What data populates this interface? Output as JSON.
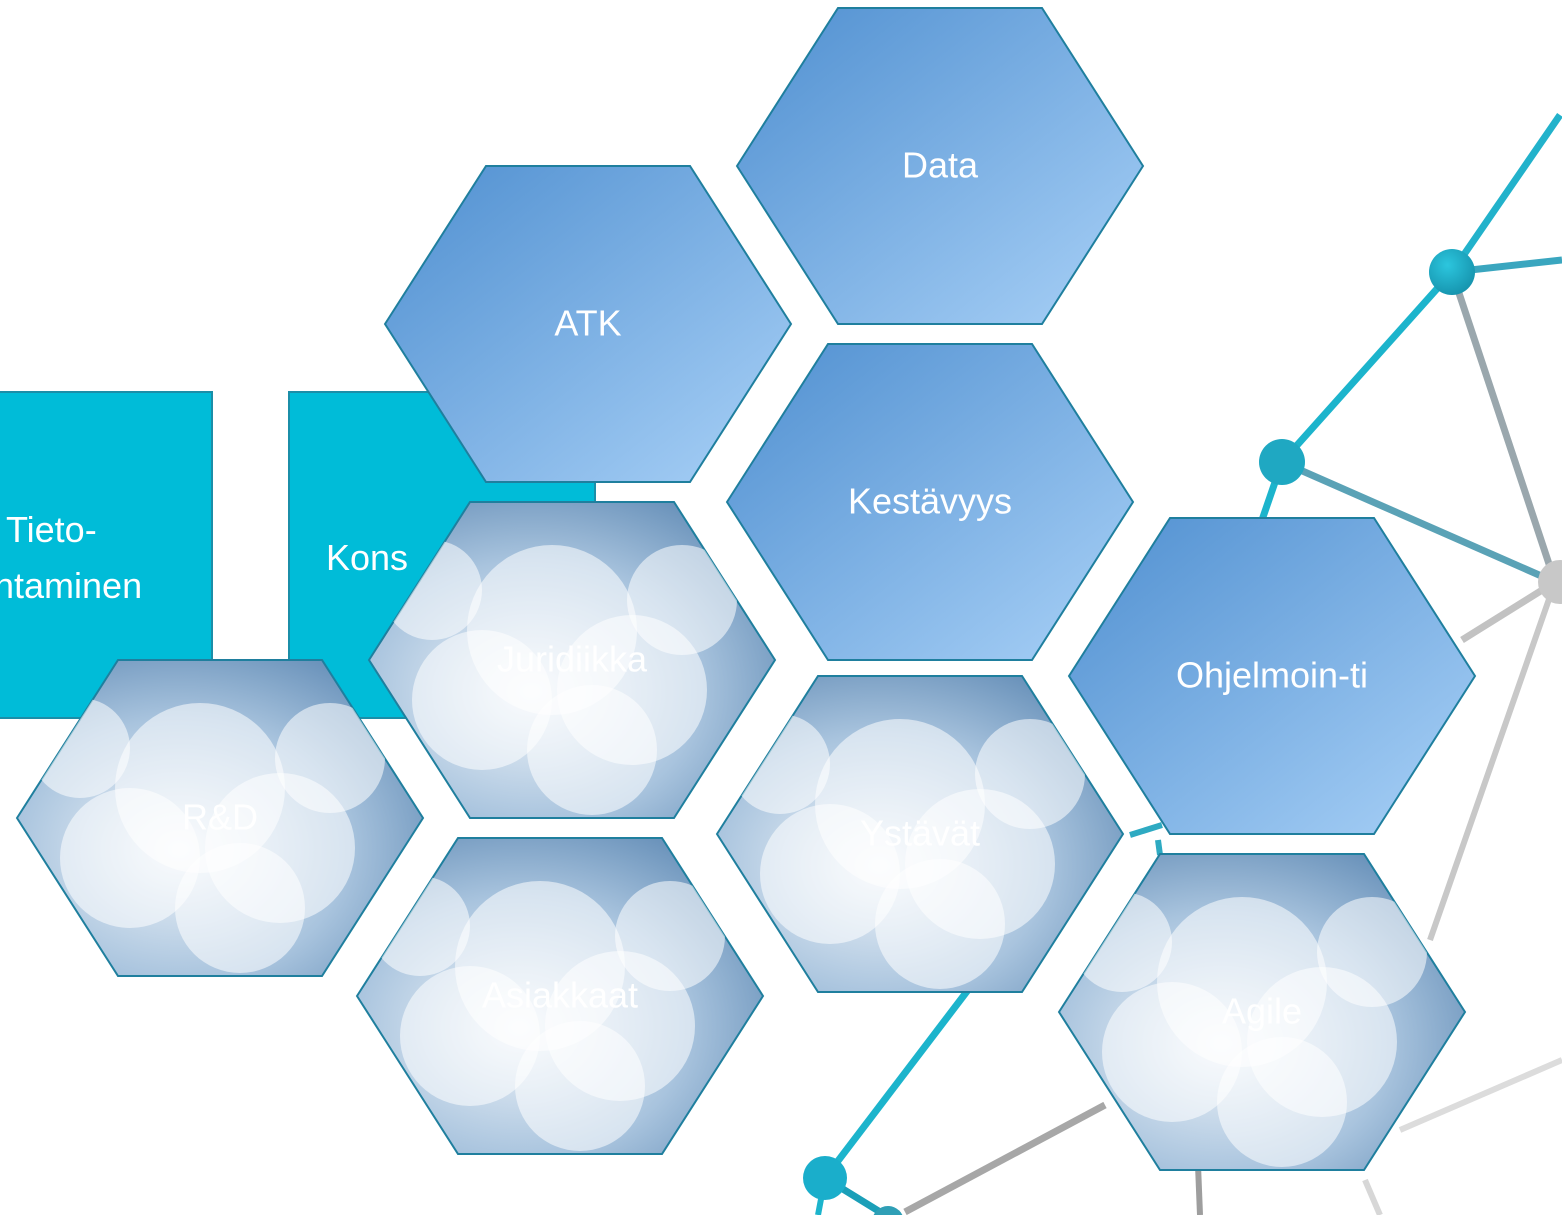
{
  "colors": {
    "box_fill": "#00BCD8",
    "hex_stroke": "#1f7f9e",
    "label_text": "#ffffff",
    "network_teal": "#1aa9c6",
    "network_gray": "#b8b8b8"
  },
  "boxes": [
    {
      "id": "tietojohtaminen",
      "lines": [
        "Tieto-",
        "ntaminen"
      ]
    },
    {
      "id": "konsultointi",
      "lines": [
        "Kons"
      ]
    }
  ],
  "hexagons": [
    {
      "id": "data",
      "label": "Data",
      "fill": "sky"
    },
    {
      "id": "atk",
      "label": "ATK",
      "fill": "sky"
    },
    {
      "id": "kestavyys",
      "label": "Kestävyys",
      "fill": "sky"
    },
    {
      "id": "juridiikka",
      "label": "Juridiikka",
      "fill": "clouds"
    },
    {
      "id": "ohjelmointi",
      "label": "Ohjelmoin-ti",
      "fill": "sky"
    },
    {
      "id": "rd",
      "label": "R&D",
      "fill": "clouds"
    },
    {
      "id": "ystavat",
      "label": "Ystävät",
      "fill": "clouds"
    },
    {
      "id": "asiakkaat",
      "label": "Asiakkaat",
      "fill": "clouds"
    },
    {
      "id": "agile",
      "label": "Agile",
      "fill": "clouds"
    }
  ]
}
